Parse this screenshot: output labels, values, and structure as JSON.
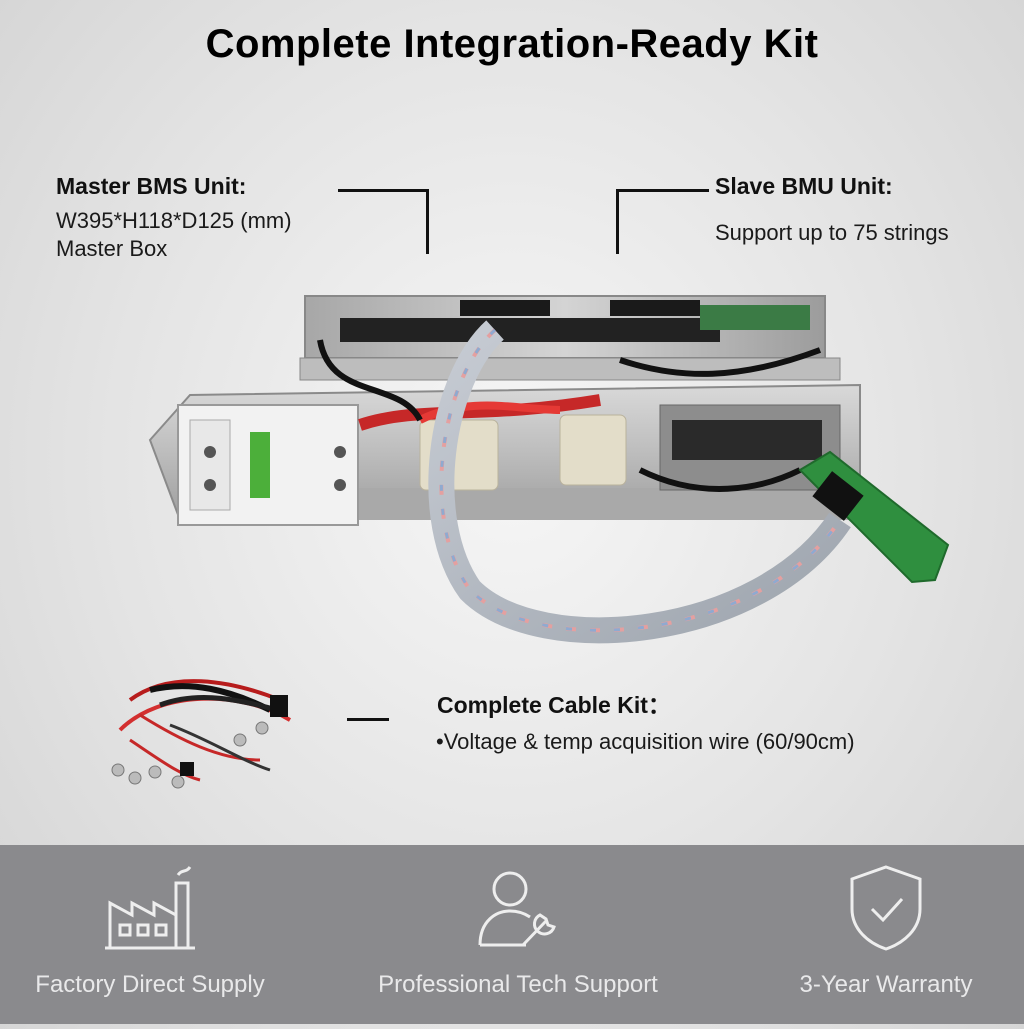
{
  "title": "Complete Integration-Ready Kit",
  "master": {
    "heading": "Master BMS Unit:",
    "line1": "W395*H118*D125 (mm)",
    "line2": "Master Box"
  },
  "slave": {
    "heading": "Slave BMU Unit:",
    "line1": "Support up to 75 strings"
  },
  "cable": {
    "heading": "Complete Cable Kit：",
    "bullet": "•",
    "line1": "Voltage & temp acquisition wire (60/90cm)"
  },
  "features": [
    {
      "label": "Factory Direct Supply",
      "icon": "factory-icon"
    },
    {
      "label": "Professional Tech Support",
      "icon": "support-person-wrench-icon"
    },
    {
      "label": "3-Year Warranty",
      "icon": "shield-check-icon"
    }
  ],
  "colors": {
    "bottom_bar": "#8a8a8d",
    "feature_text": "#e9e9ea",
    "title": "#000000"
  }
}
